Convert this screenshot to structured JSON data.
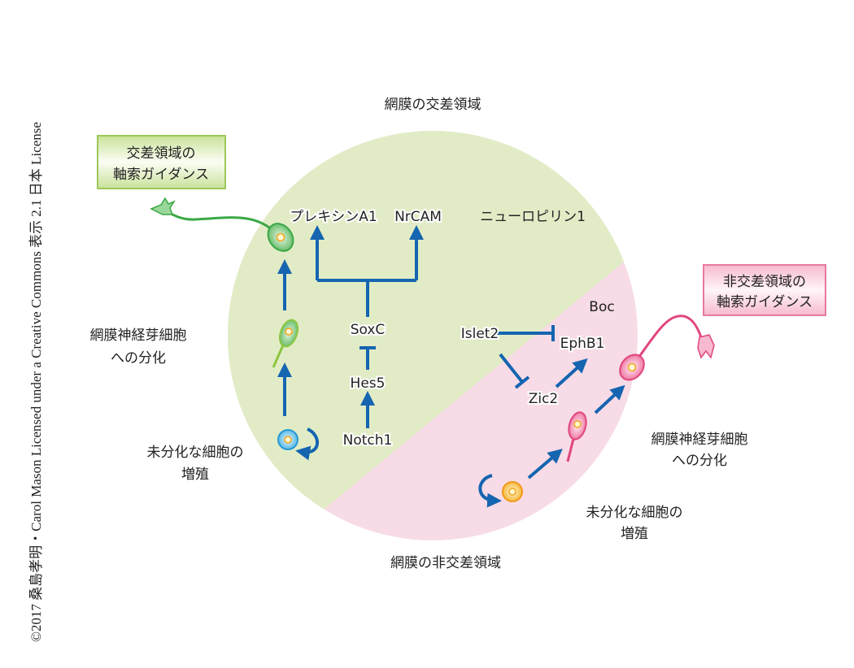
{
  "credit": "©2017 桑島孝明・Carol Mason Licensed under a Creative Commons 表示 2.1 日本 License",
  "regions": {
    "crossed": "網膜の交差領域",
    "uncrossed": "網膜の非交差領域"
  },
  "boxes": {
    "crossed": [
      "交差領域の",
      "軸索ガイダンス"
    ],
    "uncrossed": [
      "非交差領域の",
      "軸索ガイダンス"
    ]
  },
  "molecules": {
    "plexin": "プレキシンA1",
    "nrcam": "NrCAM",
    "neuropilin": "ニューロピリン1",
    "soxc": "SoxC",
    "hes5": "Hes5",
    "notch1": "Notch1",
    "islet2": "Islet2",
    "ephb1": "EphB1",
    "zic2": "Zic2",
    "boc": "Boc"
  },
  "steps": {
    "left_diff": [
      "網膜神経芽細胞",
      "への分化"
    ],
    "left_prolif": [
      "未分化な細胞の",
      "増殖"
    ],
    "right_diff": [
      "網膜神経芽細胞",
      "への分化"
    ],
    "right_prolif": [
      "未分化な細胞の",
      "増殖"
    ]
  },
  "colors": {
    "green": "#e1ecc6",
    "pink": "#f7dbe6",
    "blue": "#1565b0",
    "greenCell": "#3aa845",
    "pinkCell": "#e0457f"
  }
}
